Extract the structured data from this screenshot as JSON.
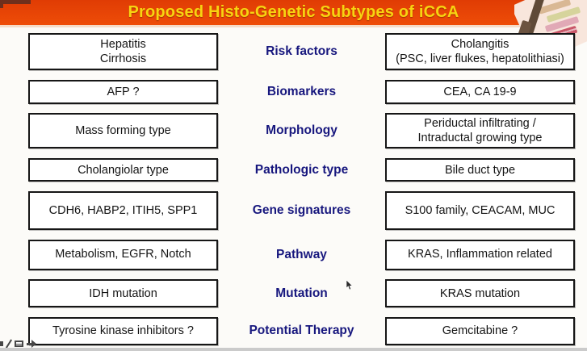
{
  "title": "Proposed Histo-Genetic Subtypes of iCCA",
  "colors": {
    "titlebar_bg": "#ee4d08",
    "title_text": "#f7d411",
    "label_text": "#17177e",
    "box_border": "#161616",
    "box_bg": "#ffffff"
  },
  "rows": [
    {
      "left": "Hepatitis\nCirrhosis",
      "center": "Risk factors",
      "right": "Cholangitis\n(PSC, liver flukes, hepatolithiasi)"
    },
    {
      "left": "AFP ?",
      "center": "Biomarkers",
      "right": "CEA, CA 19-9"
    },
    {
      "left": "Mass forming type",
      "center": "Morphology",
      "right": "Periductal infiltrating /\nIntraductal growing type"
    },
    {
      "left": "Cholangiolar type",
      "center": "Pathologic type",
      "right": "Bile duct type"
    },
    {
      "left": "CDH6, HABP2, ITIH5, SPP1",
      "center": "Gene signatures",
      "right": "S100 family, CEACAM, MUC"
    },
    {
      "left": "Metabolism, EGFR, Notch",
      "center": "Pathway",
      "right": "KRAS, Inflammation related"
    },
    {
      "left": "IDH mutation",
      "center": "Mutation",
      "right": "KRAS mutation"
    },
    {
      "left": "Tyrosine kinase inhibitors ?",
      "center": "Potential Therapy",
      "right": "Gemcitabine ?"
    }
  ],
  "icons": {
    "marker-icon": "small dark square",
    "pen-icon": "diagonal pen stroke",
    "note-icon": "small rectangle with line",
    "arrow-icon": "solid right arrow",
    "cursor-icon": "mouse arrow pointer"
  }
}
